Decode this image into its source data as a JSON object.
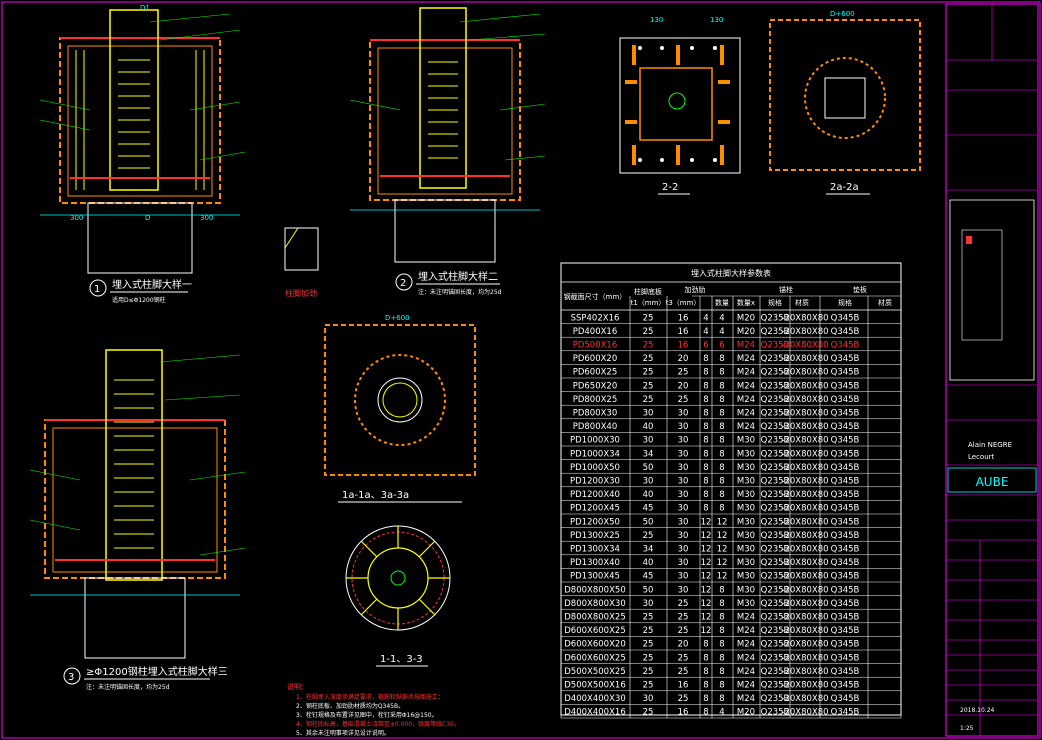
{
  "details": {
    "detail1": {
      "num": "1",
      "title": "埋入式柱脚大样一",
      "note": "适用D≤Φ1200钢柱"
    },
    "detail2": {
      "num": "2",
      "title": "埋入式柱脚大样二",
      "note": "注：未注明锚固长度，均为25d"
    },
    "detail3": {
      "num": "3",
      "title": "≥Φ1200钢柱埋入式柱脚大样三",
      "note": "注：未注明锚固长度，均为25d"
    },
    "stiffener": "柱脚加劲",
    "dim_300": "300",
    "dim_D": "D",
    "dim_D1": "D1"
  },
  "sections": {
    "s22": "2-2",
    "s2a": "2a-2a",
    "s1a": "1a-1a、3a-3a",
    "s11": "1-1、3-3",
    "dim_D600": "D+600",
    "dim_130": "130"
  },
  "notes": {
    "heading": "说明：",
    "lines": [
      "1、柱脚埋入深度须满足要求，箍筋和纵筋须按图施工；",
      "2、钢柱底板、加劲肋材质均为Q345B。",
      "3、栓钉规格及布置详见图中，栓钉采用Φ16@150。",
      "4、钢柱底标高，基础混凝土浇筑至±0.000，强度等级C30。",
      "5、其余未注明事项详见设计说明。"
    ]
  },
  "table": {
    "title": "埋入式柱脚大样参数表",
    "headers": {
      "section": "钢截面尺寸（mm）",
      "base_thk": "柱脚底板",
      "base_thk_sub": "t1（mm）",
      "stiff": "加劲肋",
      "stiff_sub": "t3（mm）",
      "count": "数量",
      "nx": "数量x",
      "bolt": "锚栓",
      "bolt_size": "规格",
      "bolt_mat": "材质",
      "plate": "垫板",
      "plate_size": "规格",
      "plate_mat": "材质"
    },
    "rows": [
      [
        "SSP402X16",
        "25",
        "16",
        "4",
        "4",
        "M20",
        "Q235B",
        "-20X80X80",
        "Q345B"
      ],
      [
        "PD400X16",
        "25",
        "16",
        "4",
        "4",
        "M20",
        "Q235B",
        "-20X80X80",
        "Q345B"
      ],
      [
        "PD500X16",
        "25",
        "16",
        "6",
        "6",
        "M24",
        "Q235B",
        "-20X80X80",
        "Q345B"
      ],
      [
        "PD600X20",
        "25",
        "20",
        "8",
        "8",
        "M24",
        "Q235B",
        "-20X80X80",
        "Q345B"
      ],
      [
        "PD600X25",
        "25",
        "25",
        "8",
        "8",
        "M24",
        "Q235B",
        "-20X80X80",
        "Q345B"
      ],
      [
        "PD650X20",
        "25",
        "20",
        "8",
        "8",
        "M24",
        "Q235B",
        "-20X80X80",
        "Q345B"
      ],
      [
        "PD800X25",
        "25",
        "25",
        "8",
        "8",
        "M24",
        "Q235B",
        "-20X80X80",
        "Q345B"
      ],
      [
        "PD800X30",
        "30",
        "30",
        "8",
        "8",
        "M24",
        "Q235B",
        "-20X80X80",
        "Q345B"
      ],
      [
        "PD800X40",
        "40",
        "30",
        "8",
        "8",
        "M24",
        "Q235B",
        "-20X80X80",
        "Q345B"
      ],
      [
        "PD1000X30",
        "30",
        "30",
        "8",
        "8",
        "M30",
        "Q235B",
        "-20X80X80",
        "Q345B"
      ],
      [
        "PD1000X34",
        "34",
        "30",
        "8",
        "8",
        "M30",
        "Q235B",
        "-20X80X80",
        "Q345B"
      ],
      [
        "PD1000X50",
        "50",
        "30",
        "8",
        "8",
        "M30",
        "Q235B",
        "-20X80X80",
        "Q345B"
      ],
      [
        "PD1200X30",
        "30",
        "30",
        "8",
        "8",
        "M30",
        "Q235B",
        "-20X80X80",
        "Q345B"
      ],
      [
        "PD1200X40",
        "40",
        "30",
        "8",
        "8",
        "M30",
        "Q235B",
        "-20X80X80",
        "Q345B"
      ],
      [
        "PD1200X45",
        "45",
        "30",
        "8",
        "8",
        "M30",
        "Q235B",
        "-20X80X80",
        "Q345B"
      ],
      [
        "PD1200X50",
        "50",
        "30",
        "12",
        "12",
        "M30",
        "Q235B",
        "-20X80X80",
        "Q345B"
      ],
      [
        "PD1300X25",
        "25",
        "30",
        "12",
        "12",
        "M30",
        "Q235B",
        "-20X80X80",
        "Q345B"
      ],
      [
        "PD1300X34",
        "34",
        "30",
        "12",
        "12",
        "M30",
        "Q235B",
        "-20X80X80",
        "Q345B"
      ],
      [
        "PD1300X40",
        "40",
        "30",
        "12",
        "12",
        "M30",
        "Q235B",
        "-20X80X80",
        "Q345B"
      ],
      [
        "PD1300X45",
        "45",
        "30",
        "12",
        "12",
        "M30",
        "Q235B",
        "-20X80X80",
        "Q345B"
      ],
      [
        "D800X800X50",
        "50",
        "30",
        "12",
        "8",
        "M30",
        "Q235B",
        "-20X80X80",
        "Q345B"
      ],
      [
        "D800X800X30",
        "30",
        "25",
        "12",
        "8",
        "M30",
        "Q235B",
        "-20X80X80",
        "Q345B"
      ],
      [
        "D800X800X25",
        "25",
        "25",
        "12",
        "8",
        "M24",
        "Q235B",
        "-20X80X80",
        "Q345B"
      ],
      [
        "D600X600X25",
        "25",
        "25",
        "12",
        "8",
        "M24",
        "Q235B",
        "-20X80X80",
        "Q345B"
      ],
      [
        "D600X600X20",
        "25",
        "20",
        "8",
        "8",
        "M24",
        "Q235B",
        "-20X80X80",
        "Q345B"
      ],
      [
        "D600X600X25",
        "25",
        "25",
        "8",
        "8",
        "M24",
        "Q235B",
        "-20X80X80",
        "Q345B"
      ],
      [
        "D500X500X25",
        "25",
        "25",
        "8",
        "8",
        "M24",
        "Q235B",
        "-20X80X80",
        "Q345B"
      ],
      [
        "D500X500X16",
        "25",
        "16",
        "8",
        "8",
        "M24",
        "Q235B",
        "-20X80X80",
        "Q345B"
      ],
      [
        "D400X400X30",
        "30",
        "25",
        "8",
        "8",
        "M24",
        "Q235B",
        "-20X80X80",
        "Q345B"
      ],
      [
        "D400X400X16",
        "25",
        "16",
        "8",
        "4",
        "M20",
        "Q235B",
        "-20X80X80",
        "Q345B"
      ]
    ],
    "highlight_row": 2
  },
  "titleblock": {
    "names": [
      "Alain NEGRE",
      "Lecourt"
    ],
    "logo": "AUBE",
    "date": "2018.10.24",
    "scale": "1:25"
  },
  "colors": {
    "background": "#000000",
    "frame": "#ff00ff",
    "concrete": "#ff8c00",
    "rebar": "#ffff00",
    "leader": "#00ff00",
    "dimension": "#00ffff",
    "highlight": "#ff3030"
  }
}
